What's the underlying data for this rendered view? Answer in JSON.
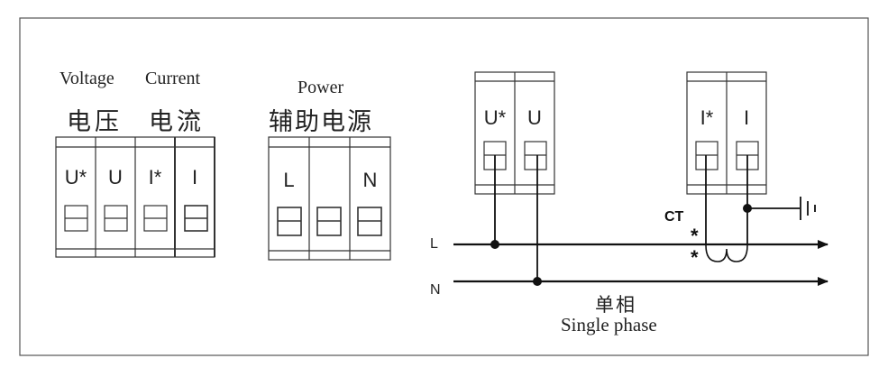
{
  "left_terminals": {
    "voltage_label": "Voltage",
    "current_label": "Current",
    "voltage_cn": "电压",
    "current_cn": "电流",
    "terminals": [
      "U*",
      "U",
      "I*",
      "I"
    ]
  },
  "power_terminals": {
    "label": "Power",
    "cn": "辅助电源",
    "terminals": [
      "L",
      "",
      "N"
    ]
  },
  "wiring": {
    "voltage_terminals": [
      "U*",
      "U"
    ],
    "current_terminals": [
      "I*",
      "I"
    ],
    "ct_label": "CT",
    "polarity_marks": [
      "*",
      "*"
    ],
    "line_label": "L",
    "neutral_label": "N",
    "phase_cn": "单相",
    "phase_label": "Single phase"
  }
}
